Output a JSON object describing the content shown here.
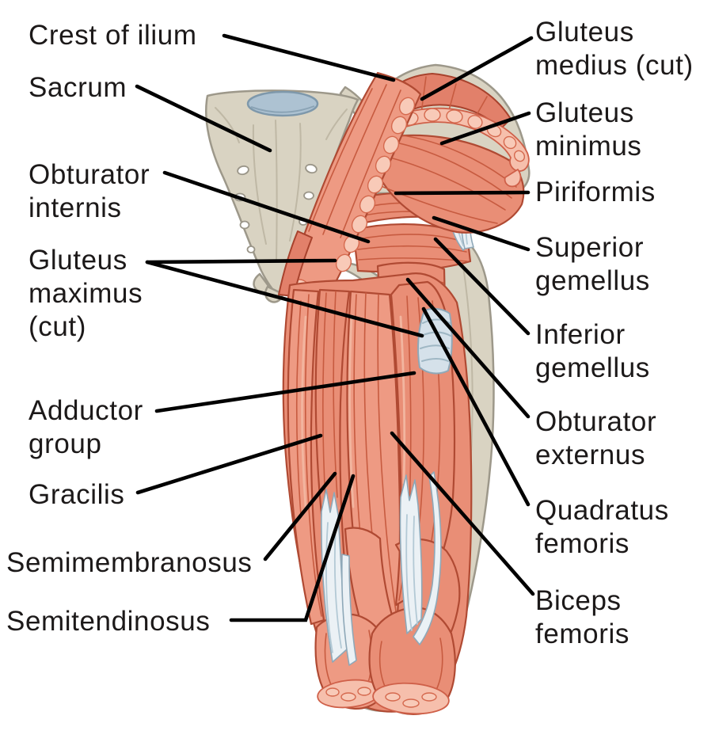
{
  "figure": {
    "background": "#ffffff",
    "palette": {
      "muscle": "#e98e76",
      "muscle_outline": "#b04a33",
      "muscle_fiber": "#c75b40",
      "muscle_highlight": "#f2b59f",
      "cut_surface": "#f6bfac",
      "bone": "#d9d3c2",
      "bone_outline": "#9d988a",
      "tendon": "#ebf1f5",
      "tendon_outline": "#8ea8b8",
      "disc": "#adc2d2",
      "leader_line": "#000000",
      "label_text": "#1c1919"
    },
    "labels": {
      "left": [
        {
          "text": "Crest of ilium"
        },
        {
          "text": "Sacrum"
        },
        {
          "text": "Obturator\ninternis"
        },
        {
          "text": "Gluteus\nmaximus\n(cut)"
        },
        {
          "text": "Adductor\ngroup"
        },
        {
          "text": "Gracilis"
        },
        {
          "text": "Semimembranosus"
        },
        {
          "text": "Semitendinosus"
        }
      ],
      "right": [
        {
          "text": "Gluteus\nmedius (cut)"
        },
        {
          "text": "Gluteus\nminimus"
        },
        {
          "text": "Piriformis"
        },
        {
          "text": "Superior\ngemellus"
        },
        {
          "text": "Inferior\ngemellus"
        },
        {
          "text": "Obturator\nexternus"
        },
        {
          "text": "Quadratus\nfemoris"
        },
        {
          "text": "Biceps\nfemoris"
        }
      ]
    }
  }
}
